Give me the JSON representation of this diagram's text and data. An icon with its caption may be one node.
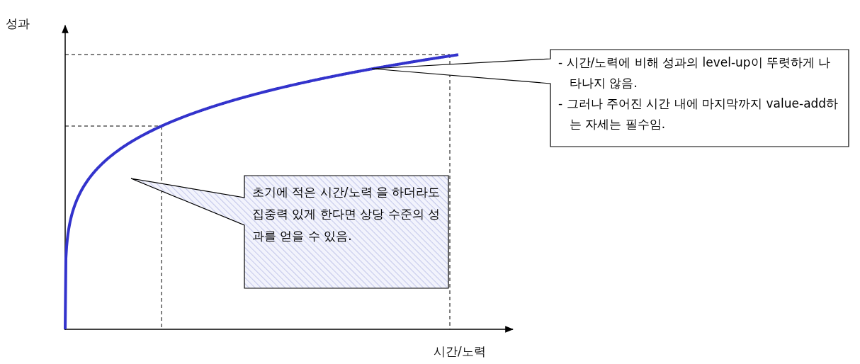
{
  "diagram": {
    "nodes": [
      {
        "text": [
          "- 시간/노력에 비해 성과의 level-up이 뚜렷하게 나타나지 않음.",
          "- 그러나 주어진 시간 내에 마지막까지 value-add하는 자세는 필수임."
        ]
      },
      {
        "text": [
          "초기에 적은 시간/노력 을 하더라도 집중력 있게 한다면 상당 수준의 성과를 얻을 수 있음."
        ]
      }
    ],
    "labels": [
      "성과",
      "시간/노력"
    ]
  }
}
